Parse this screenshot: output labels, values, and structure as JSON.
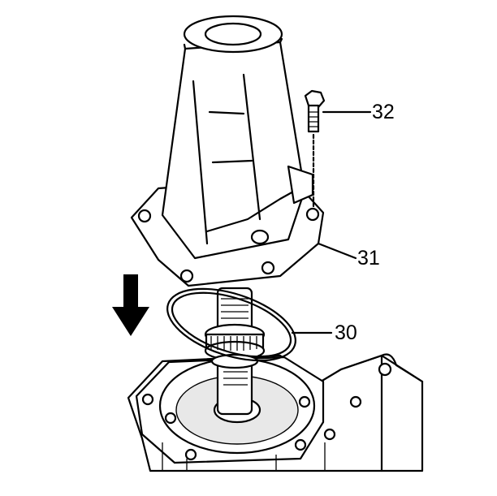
{
  "callouts": {
    "bolt": "32",
    "extension_housing": "31",
    "gasket": "30"
  }
}
